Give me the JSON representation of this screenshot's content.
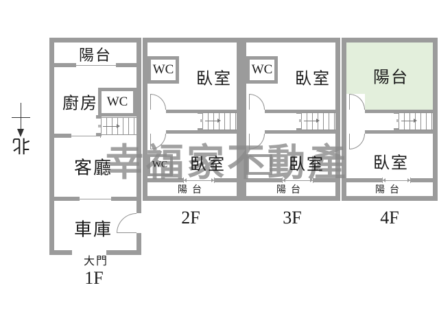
{
  "north": {
    "label": "北"
  },
  "watermark": {
    "text": "幸福家不動產",
    "color": "#8a8a8a"
  },
  "colors": {
    "wall": "#9b9b9b",
    "balcony_fill": "#e3efdc",
    "line": "#8f8f8f",
    "text": "#1a1a1a"
  },
  "floors": {
    "f1": {
      "label": "1F",
      "balcony": "陽台",
      "kitchen": "廚房",
      "wc": "WC",
      "living": "客廳",
      "garage": "車庫",
      "main_door": "大門"
    },
    "f2": {
      "label": "2F",
      "wc_top": "WC",
      "bedroom_top": "臥室",
      "wc_bottom": "WC",
      "bedroom_bottom": "臥室",
      "balcony": "陽台"
    },
    "f3": {
      "label": "3F",
      "wc_top": "WC",
      "bedroom_top": "臥室",
      "bedroom_bottom": "臥室",
      "balcony": "陽台"
    },
    "f4": {
      "label": "4F",
      "balcony_top": "陽台",
      "bedroom": "臥室",
      "balcony_bottom": "陽台"
    }
  }
}
